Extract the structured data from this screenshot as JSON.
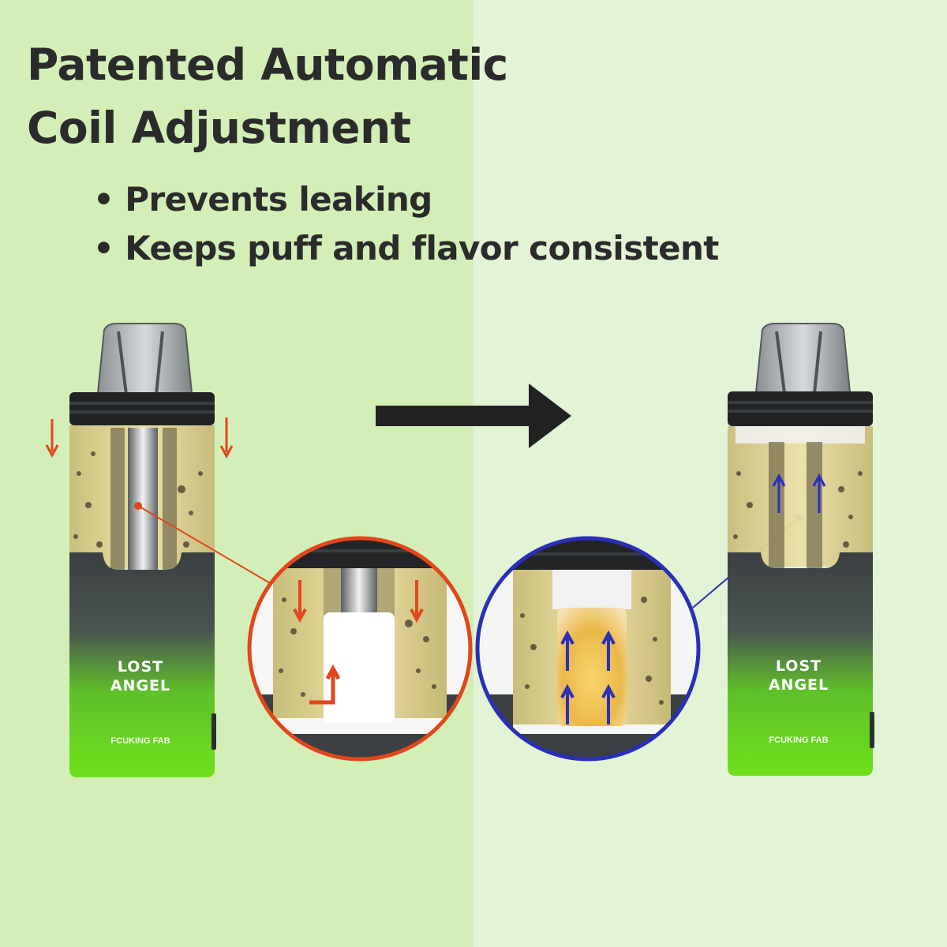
{
  "headline": {
    "line1": "Patented Automatic",
    "line2": "Coil Adjustment"
  },
  "bullets": [
    "Prevents leaking",
    "Keeps puff and flavor consistent"
  ],
  "device": {
    "brand_line1": "LOST",
    "brand_line2": "ANGEL",
    "flavor": "FCUKING FAB"
  },
  "colors": {
    "left_background": "#d3efb7",
    "right_background": "#e3f3d6",
    "headline_text": "#2b2b2b",
    "before_accent": "#e2461c",
    "after_accent": "#2a2fb8",
    "body_green": "#5fd11a",
    "e_liquid": "#e8d89a",
    "cotton_saturated": "#f2c45a"
  },
  "icons": [
    "arrow-right-icon",
    "arrow-down-icon",
    "arrow-up-icon"
  ]
}
